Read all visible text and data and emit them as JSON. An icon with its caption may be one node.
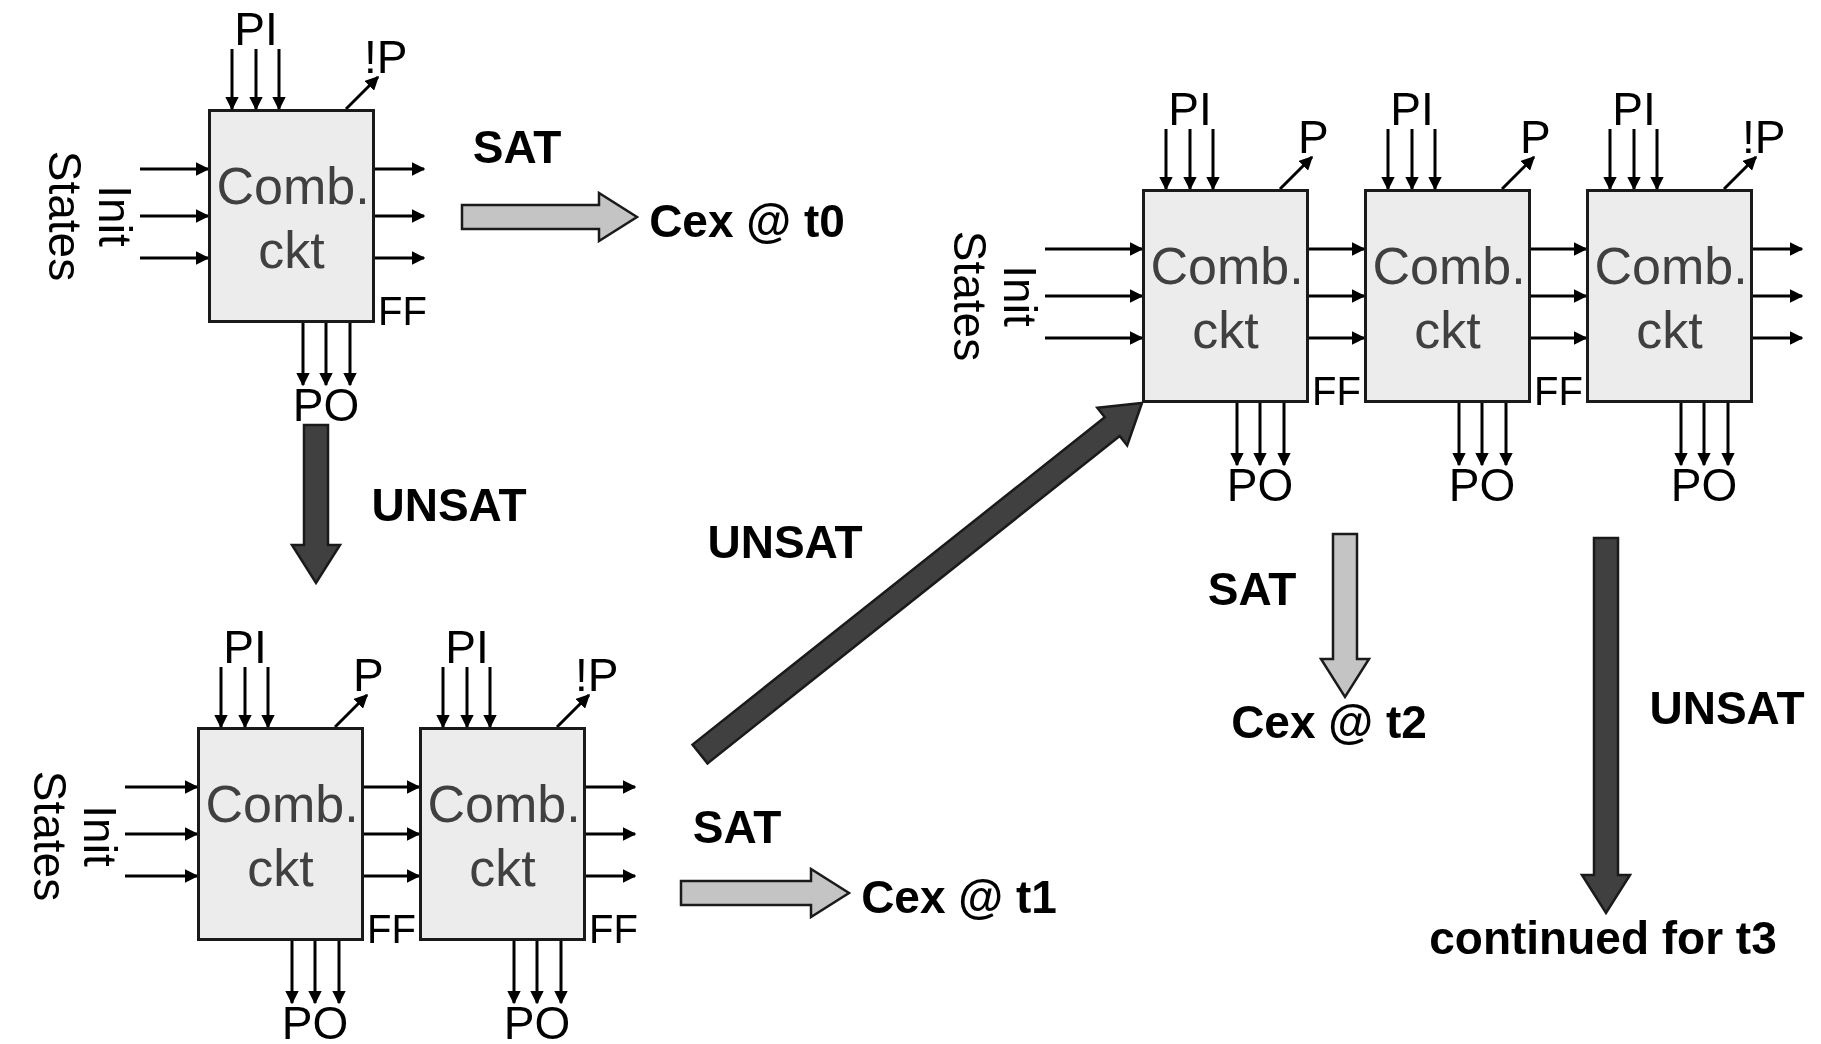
{
  "diagram": {
    "nodes": [
      {
        "text": [
          "Init States"
        ]
      },
      {
        "text": [
          "PI"
        ]
      },
      {
        "text": [
          "!P"
        ]
      },
      {
        "text": [
          "Comb. ckt"
        ]
      },
      {
        "text": [
          "PO"
        ]
      },
      {
        "text": [
          "Cex @ t0"
        ]
      },
      {
        "text": [
          "Init States"
        ]
      },
      {
        "text": [
          "PI"
        ]
      },
      {
        "text": [
          "P"
        ]
      },
      {
        "text": [
          "Comb. ckt"
        ]
      },
      {
        "text": [
          "PO"
        ]
      },
      {
        "text": [
          "PI"
        ]
      },
      {
        "text": [
          "!P"
        ]
      },
      {
        "text": [
          "Comb. ckt"
        ]
      },
      {
        "text": [
          "PO"
        ]
      },
      {
        "text": [
          "Cex @ t1"
        ]
      },
      {
        "text": [
          "Init States"
        ]
      },
      {
        "text": [
          "PI"
        ]
      },
      {
        "text": [
          "P"
        ]
      },
      {
        "text": [
          "Comb. ckt"
        ]
      },
      {
        "text": [
          "PO"
        ]
      },
      {
        "text": [
          "PI"
        ]
      },
      {
        "text": [
          "P"
        ]
      },
      {
        "text": [
          "Comb. ckt"
        ]
      },
      {
        "text": [
          "PO"
        ]
      },
      {
        "text": [
          "PI"
        ]
      },
      {
        "text": [
          "!P"
        ]
      },
      {
        "text": [
          "Comb. ckt"
        ]
      },
      {
        "text": [
          "PO"
        ]
      },
      {
        "text": [
          "Cex @ t2"
        ]
      },
      {
        "text": [
          "continued for t3"
        ]
      }
    ],
    "edges": [
      {
        "from": 0,
        "to": 3,
        "arrow": "to"
      },
      {
        "from": 0,
        "to": 3,
        "arrow": "to"
      },
      {
        "from": 0,
        "to": 3,
        "arrow": "to"
      },
      {
        "from": 1,
        "to": 3,
        "arrow": "to"
      },
      {
        "from": 1,
        "to": 3,
        "arrow": "to"
      },
      {
        "from": 1,
        "to": 3,
        "arrow": "to"
      },
      {
        "from": 3,
        "to": 2,
        "arrow": "to"
      },
      {
        "from": 3,
        "to": 4,
        "arrow": "to"
      },
      {
        "from": 3,
        "to": 4,
        "arrow": "to"
      },
      {
        "from": 3,
        "to": 4,
        "arrow": "to"
      },
      {
        "from": 3,
        "to": null,
        "arrow": "to"
      },
      {
        "from": 3,
        "to": null,
        "arrow": "to"
      },
      {
        "from": 3,
        "to": null,
        "arrow": "to"
      },
      {
        "from": 6,
        "to": 9,
        "arrow": "to"
      },
      {
        "from": 6,
        "to": 9,
        "arrow": "to"
      },
      {
        "from": 6,
        "to": 9,
        "arrow": "to"
      },
      {
        "from": 7,
        "to": 9,
        "arrow": "to"
      },
      {
        "from": 7,
        "to": 9,
        "arrow": "to"
      },
      {
        "from": 7,
        "to": 9,
        "arrow": "to"
      },
      {
        "from": 9,
        "to": 8,
        "arrow": "to"
      },
      {
        "from": 9,
        "to": 10,
        "arrow": "to"
      },
      {
        "from": 9,
        "to": 10,
        "arrow": "to"
      },
      {
        "from": 9,
        "to": 10,
        "arrow": "to"
      },
      {
        "from": 9,
        "to": 13,
        "arrow": "to"
      },
      {
        "from": 9,
        "to": 13,
        "arrow": "to"
      },
      {
        "from": 9,
        "to": 13,
        "arrow": "to"
      },
      {
        "from": 11,
        "to": 13,
        "arrow": "to"
      },
      {
        "from": 11,
        "to": 13,
        "arrow": "to"
      },
      {
        "from": 11,
        "to": 13,
        "arrow": "to"
      },
      {
        "from": 13,
        "to": 12,
        "arrow": "to"
      },
      {
        "from": 13,
        "to": 14,
        "arrow": "to"
      },
      {
        "from": 13,
        "to": 14,
        "arrow": "to"
      },
      {
        "from": 13,
        "to": 14,
        "arrow": "to"
      },
      {
        "from": 13,
        "to": null,
        "arrow": "to"
      },
      {
        "from": 13,
        "to": null,
        "arrow": "to"
      },
      {
        "from": 13,
        "to": null,
        "arrow": "to"
      },
      {
        "from": 16,
        "to": 19,
        "arrow": "to"
      },
      {
        "from": 16,
        "to": 19,
        "arrow": "to"
      },
      {
        "from": 16,
        "to": 19,
        "arrow": "to"
      },
      {
        "from": 17,
        "to": 19,
        "arrow": "to"
      },
      {
        "from": 17,
        "to": 19,
        "arrow": "to"
      },
      {
        "from": 17,
        "to": 19,
        "arrow": "to"
      },
      {
        "from": 19,
        "to": 18,
        "arrow": "to"
      },
      {
        "from": 19,
        "to": 20,
        "arrow": "to"
      },
      {
        "from": 19,
        "to": 20,
        "arrow": "to"
      },
      {
        "from": 19,
        "to": 20,
        "arrow": "to"
      },
      {
        "from": 19,
        "to": 23,
        "arrow": "to"
      },
      {
        "from": 19,
        "to": 23,
        "arrow": "to"
      },
      {
        "from": 19,
        "to": 23,
        "arrow": "to"
      },
      {
        "from": 21,
        "to": 23,
        "arrow": "to"
      },
      {
        "from": 21,
        "to": 23,
        "arrow": "to"
      },
      {
        "from": 21,
        "to": 23,
        "arrow": "to"
      },
      {
        "from": 23,
        "to": 22,
        "arrow": "to"
      },
      {
        "from": 23,
        "to": 24,
        "arrow": "to"
      },
      {
        "from": 23,
        "to": 24,
        "arrow": "to"
      },
      {
        "from": 23,
        "to": 24,
        "arrow": "to"
      },
      {
        "from": 23,
        "to": 27,
        "arrow": "to"
      },
      {
        "from": 23,
        "to": 27,
        "arrow": "to"
      },
      {
        "from": 23,
        "to": 27,
        "arrow": "to"
      },
      {
        "from": 25,
        "to": 27,
        "arrow": "to"
      },
      {
        "from": 25,
        "to": 27,
        "arrow": "to"
      },
      {
        "from": 25,
        "to": 27,
        "arrow": "to"
      },
      {
        "from": 27,
        "to": 26,
        "arrow": "to"
      },
      {
        "from": 27,
        "to": 28,
        "arrow": "to"
      },
      {
        "from": 27,
        "to": 28,
        "arrow": "to"
      },
      {
        "from": 27,
        "to": 28,
        "arrow": "to"
      },
      {
        "from": 27,
        "to": null,
        "arrow": "to"
      },
      {
        "from": 27,
        "to": null,
        "arrow": "to"
      },
      {
        "from": 27,
        "to": null,
        "arrow": "to"
      },
      {
        "from": null,
        "to": 5,
        "arrow": "to",
        "label": "SAT",
        "style": "thick",
        "color": "#c4c4c4"
      },
      {
        "from": 4,
        "to": null,
        "arrow": "to",
        "label": "UNSAT",
        "style": "thick",
        "color": "#404040"
      },
      {
        "from": null,
        "to": 15,
        "arrow": "to",
        "label": "SAT",
        "style": "thick",
        "color": "#c4c4c4"
      },
      {
        "from": null,
        "to": 19,
        "arrow": "to",
        "label": "UNSAT",
        "style": "thick",
        "color": "#404040"
      },
      {
        "from": null,
        "to": 29,
        "arrow": "to",
        "label": "SAT",
        "style": "thick",
        "color": "#c4c4c4"
      },
      {
        "from": null,
        "to": 30,
        "arrow": "to",
        "label": "UNSAT",
        "style": "thick",
        "color": "#404040"
      }
    ],
    "labels": [
      "FF",
      "FF",
      "FF",
      "FF",
      "FF"
    ]
  }
}
